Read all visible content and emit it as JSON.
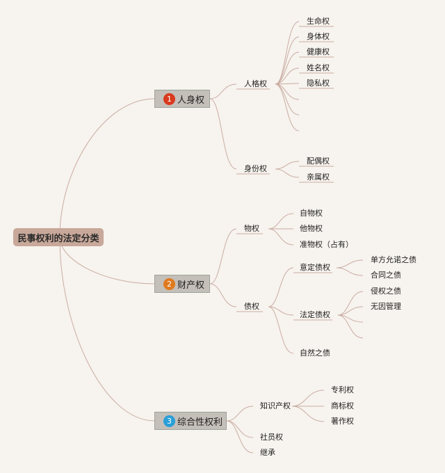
{
  "root": {
    "label": "民事权利的法定分类"
  },
  "colors": {
    "badge1": "#d9391c",
    "badge2": "#e07a1e",
    "badge3": "#2a9fd8",
    "link": "#c9ada3"
  },
  "categories": [
    {
      "number": "1",
      "label": "人身权"
    },
    {
      "number": "2",
      "label": "财产权"
    },
    {
      "number": "3",
      "label": "综合性权利"
    }
  ],
  "personal": {
    "personality": {
      "label": "人格权",
      "items": [
        "生命权",
        "身体权",
        "健康权",
        "姓名权",
        "隐私权"
      ]
    },
    "identity": {
      "label": "身份权",
      "items": [
        "配偶权",
        "亲属权"
      ]
    }
  },
  "property": {
    "real": {
      "label": "物权",
      "items": [
        "自物权",
        "他物权",
        "准物权（占有）"
      ]
    },
    "claim": {
      "label": "债权",
      "agreed": {
        "label": "意定债权",
        "items": [
          "单方允诺之债",
          "合同之债"
        ]
      },
      "statutory": {
        "label": "法定债权",
        "items": [
          "侵权之债",
          "无因管理"
        ]
      },
      "natural": "自然之债"
    }
  },
  "composite": {
    "ip": {
      "label": "知识产权",
      "items": [
        "专利权",
        "商标权",
        "著作权"
      ]
    },
    "membership": "社员权",
    "inheritance": "继承"
  }
}
